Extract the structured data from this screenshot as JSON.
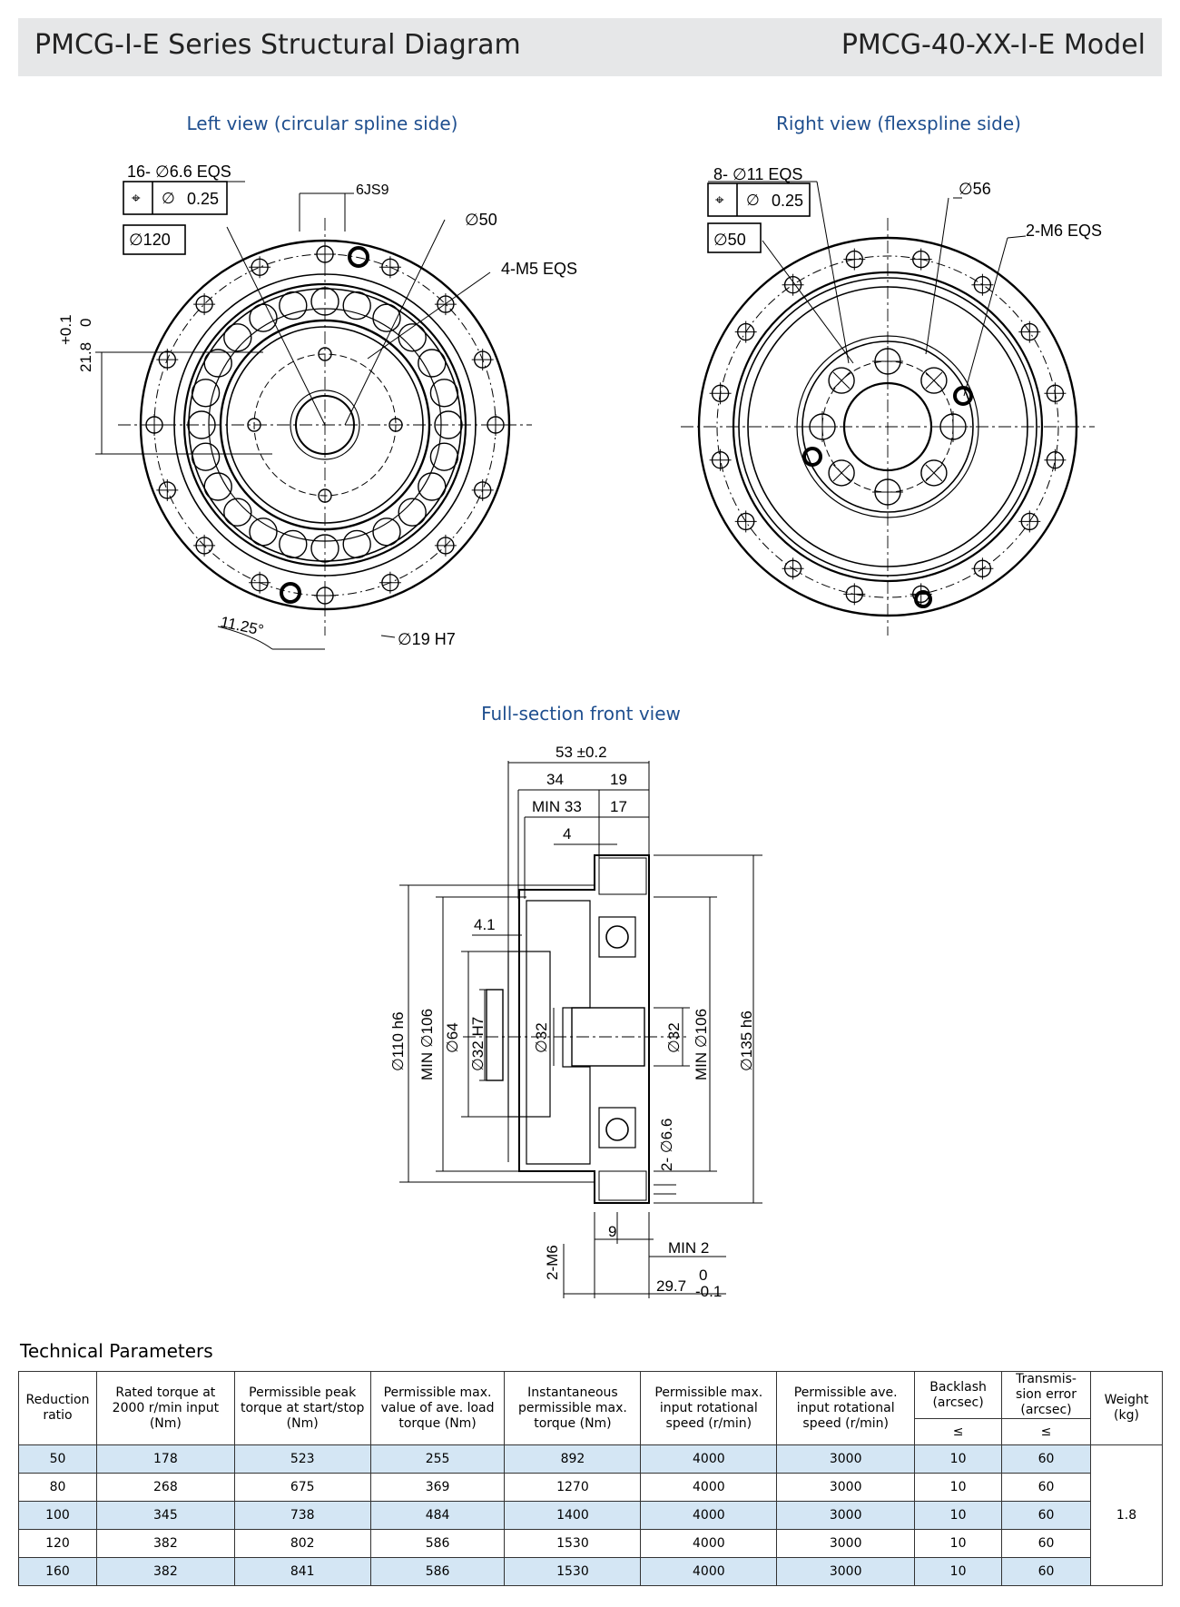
{
  "header": {
    "title": "PMCG-I-E Series Structural Diagram",
    "model": "PMCG-40-XX-I-E Model"
  },
  "captions": {
    "left_view": "Left view (circular spline side)",
    "right_view": "Right view (flexspline side)",
    "front_view": "Full-section front view"
  },
  "left_view": {
    "hole_callout": "16- ∅6.6 EQS",
    "position_tolerance": "0.25",
    "datum_dia": "∅120",
    "keyway": "6JS9",
    "pcd": "∅50",
    "tapped": "4-M5 EQS",
    "offset_upper": "+0.1",
    "offset_lower": "0",
    "offset_value": "21.8",
    "angle": "11.25°",
    "bore": "∅19 H7"
  },
  "right_view": {
    "hole_callout": "8- ∅11 EQS",
    "position_tolerance": "0.25",
    "datum_dia": "∅50",
    "pcd": "∅56",
    "tapped": "2-M6 EQS"
  },
  "front_view": {
    "overall_length": "53 ±0.2",
    "len_34": "34",
    "len_19": "19",
    "min_33": "MIN 33",
    "len_17": "17",
    "len_4": "4",
    "len_4_1": "4.1",
    "dia_110": "∅110 h6",
    "min_106_left": "MIN ∅106",
    "dia_64": "∅64",
    "dia_32_h7": "∅32 H7",
    "dia_32_a": "∅32",
    "dia_32_b": "∅32",
    "min_106_right": "MIN ∅106",
    "dia_135": "∅135 h6",
    "holes_66": "2- ∅6.6",
    "len_9": "9",
    "tap_m6": "2-M6",
    "min_2": "MIN 2",
    "len_29_7": "29.7",
    "tol_upper": "0",
    "tol_lower": "-0.1"
  },
  "technical_parameters": {
    "title": "Technical Parameters",
    "headers": [
      "Reduction ratio",
      "Rated torque at 2000 r/min input (Nm)",
      "Permissible peak torque at start/stop (Nm)",
      "Permissible max. value of ave. load torque (Nm)",
      "Instantaneous permissible max. torque (Nm)",
      "Permissible max. input rotational speed (r/min)",
      "Permissible ave. input rotational speed (r/min)",
      "Backlash (arcsec)",
      "Transmis-sion error (arcsec)",
      "Weight (kg)"
    ],
    "sub_headers": [
      "≤",
      "≤"
    ],
    "rows": [
      [
        "50",
        "178",
        "523",
        "255",
        "892",
        "4000",
        "3000",
        "10",
        "60"
      ],
      [
        "80",
        "268",
        "675",
        "369",
        "1270",
        "4000",
        "3000",
        "10",
        "60"
      ],
      [
        "100",
        "345",
        "738",
        "484",
        "1400",
        "4000",
        "3000",
        "10",
        "60"
      ],
      [
        "120",
        "382",
        "802",
        "586",
        "1530",
        "4000",
        "3000",
        "10",
        "60"
      ],
      [
        "160",
        "382",
        "841",
        "586",
        "1530",
        "4000",
        "3000",
        "10",
        "60"
      ]
    ],
    "weight": "1.8"
  }
}
